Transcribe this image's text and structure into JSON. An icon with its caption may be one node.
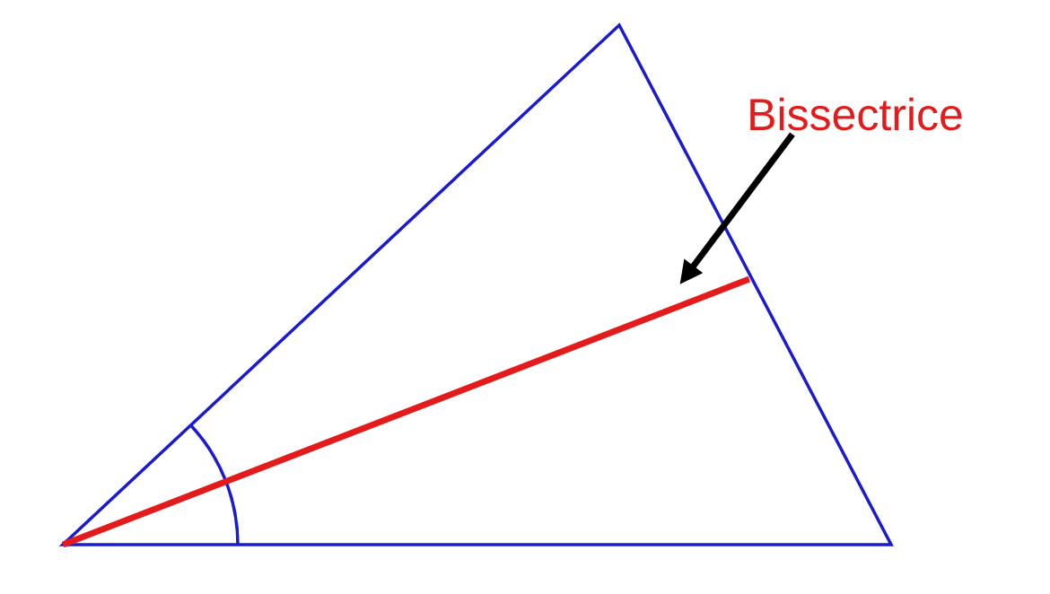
{
  "diagram": {
    "nodes": [
      {
        "text": [
          "Bissectrice"
        ]
      },
      {
        "text": [],
        "shape": "line"
      }
    ],
    "edges": [
      {
        "from": 0,
        "to": 1,
        "arrow": "to"
      }
    ]
  }
}
